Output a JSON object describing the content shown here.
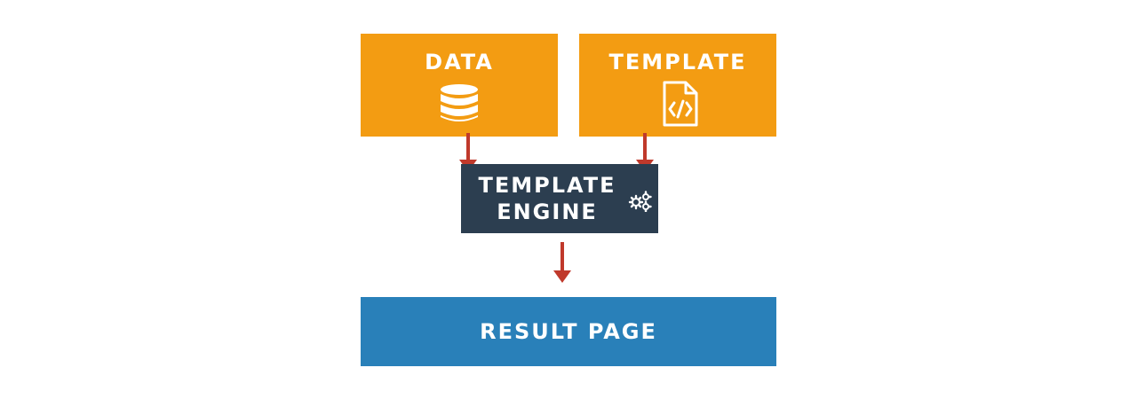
{
  "colors": {
    "source_box": "#f39c12",
    "engine_box": "#2c3e50",
    "result_box": "#2980b9",
    "arrow": "#c0392b",
    "text": "#ffffff"
  },
  "data_box": {
    "label": "DATA",
    "icon": "database-icon"
  },
  "template_box": {
    "label": "TEMPLATE",
    "icon": "code-file-icon"
  },
  "engine_box": {
    "line1": "TEMPLATE",
    "line2": "ENGINE",
    "icon": "gears-icon"
  },
  "result_box": {
    "label": "RESULT PAGE"
  }
}
